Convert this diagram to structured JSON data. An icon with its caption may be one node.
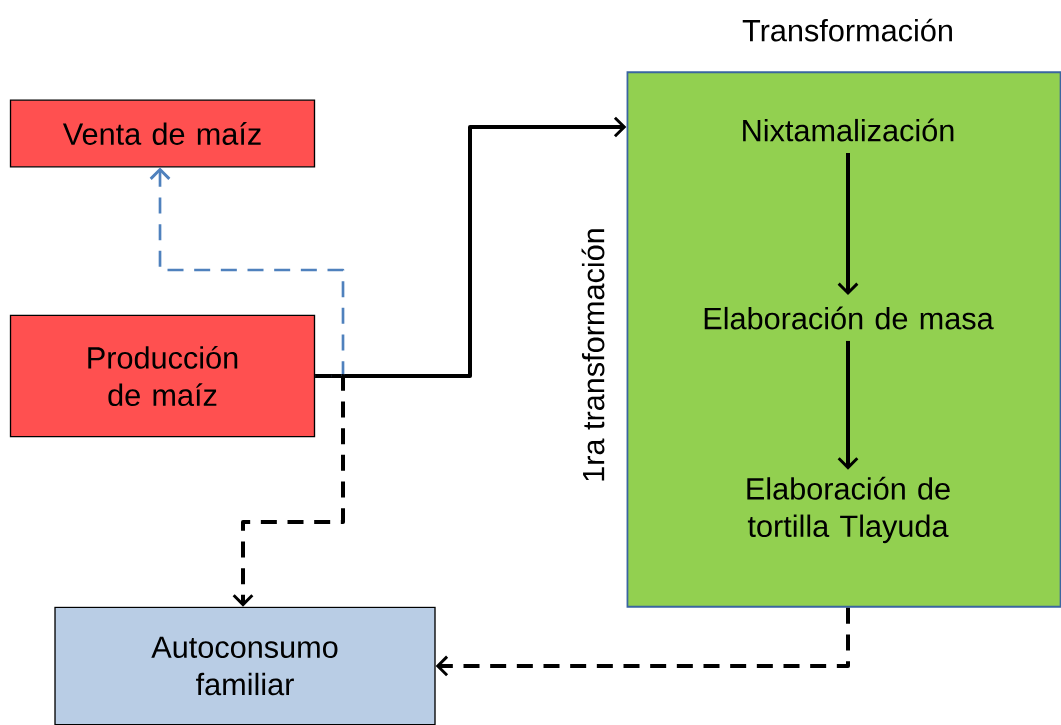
{
  "diagram": {
    "nodes": [
      {
        "text": [
          "Venta de maíz"
        ]
      },
      {
        "text": [
          "Producción de maíz"
        ]
      },
      {
        "text": [
          "Transformación"
        ],
        "beside": [
          "1ra transformación"
        ]
      },
      {
        "text": [
          "Nixtamalización"
        ],
        "in": 2
      },
      {
        "text": [
          "Elaboración de masa"
        ],
        "in": 2
      },
      {
        "text": [
          "Elaboración de tortilla Tlayuda"
        ],
        "in": 2
      },
      {
        "text": [
          "Autoconsumo familiar"
        ]
      }
    ],
    "edges": [
      {
        "from": 1,
        "to": 2,
        "arrow": "to"
      },
      {
        "from": 1,
        "to": 0,
        "arrow": "to",
        "style": "dashed",
        "color": "#4f81bd"
      },
      {
        "from": 1,
        "to": 6,
        "arrow": "to",
        "style": "dashed"
      },
      {
        "from": 3,
        "to": 4,
        "arrow": "to"
      },
      {
        "from": 4,
        "to": 5,
        "arrow": "to"
      },
      {
        "from": 2,
        "to": 6,
        "arrow": "to",
        "style": "dashed"
      }
    ]
  }
}
